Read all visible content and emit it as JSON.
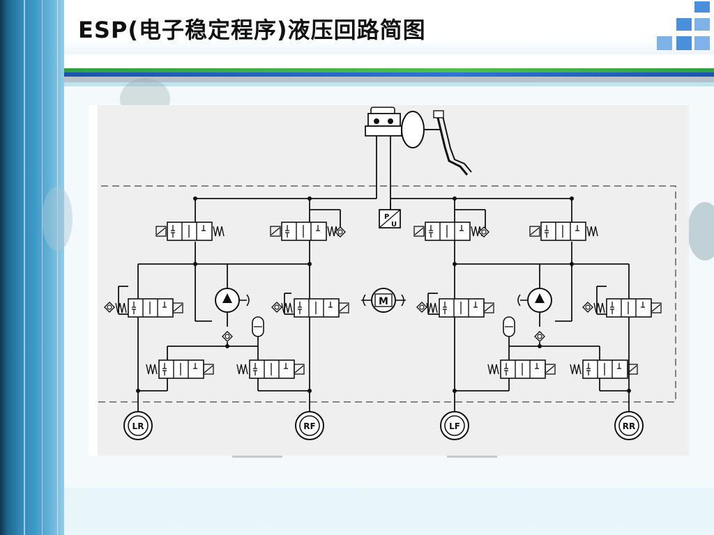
{
  "slide": {
    "title": "ESP(电子稳定程序)液压回路简图"
  },
  "diagram": {
    "wheel_labels": [
      "LR",
      "RF",
      "LF",
      "RR"
    ],
    "motor_label": "M",
    "sensor_label_top": "P",
    "sensor_label_bottom": "U"
  },
  "colors": {
    "line": "#111111",
    "diagram_bg": "#efefef",
    "accent_blue": "#4a8fdb",
    "green_bar": "#3aad4b",
    "blue_bar": "#2562c6"
  }
}
